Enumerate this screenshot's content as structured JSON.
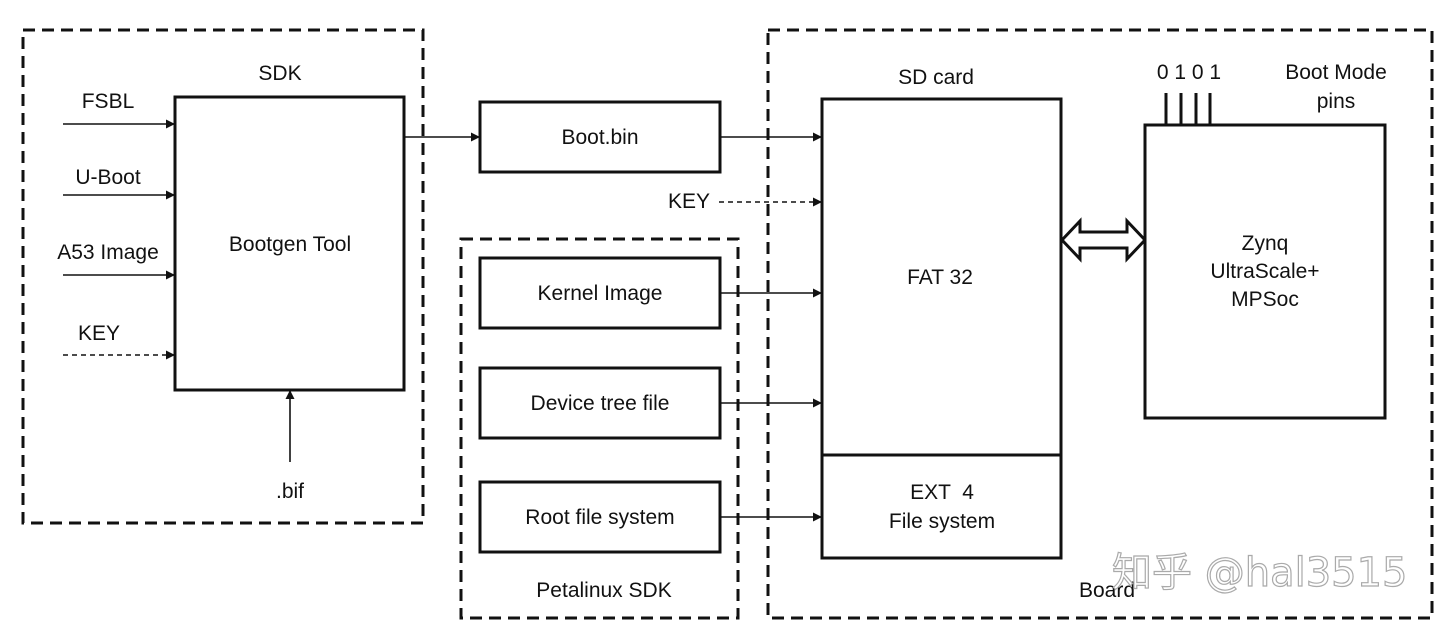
{
  "groups": {
    "sdk": "SDK",
    "petalinux": "Petalinux SDK",
    "board": "Board"
  },
  "bootgen": {
    "title": "Bootgen Tool",
    "inputs": [
      "FSBL",
      "U-Boot",
      "A53 Image",
      "KEY"
    ],
    "bif": ".bif"
  },
  "boot_bin": "Boot.bin",
  "key_label": "KEY",
  "petalinux_items": [
    "Kernel Image",
    "Device tree file",
    "Root file system"
  ],
  "sd_card": {
    "title": "SD card",
    "fat": "FAT 32",
    "ext_line1": "EXT  4",
    "ext_line2": "File system"
  },
  "zynq": {
    "line1": "Zynq",
    "line2": "UltraScale+",
    "line3": "MPSoc"
  },
  "boot_mode": {
    "pins": "0 1 0 1",
    "label_line1": "Boot Mode",
    "label_line2": "pins"
  },
  "watermark": "知乎 @hal3515"
}
